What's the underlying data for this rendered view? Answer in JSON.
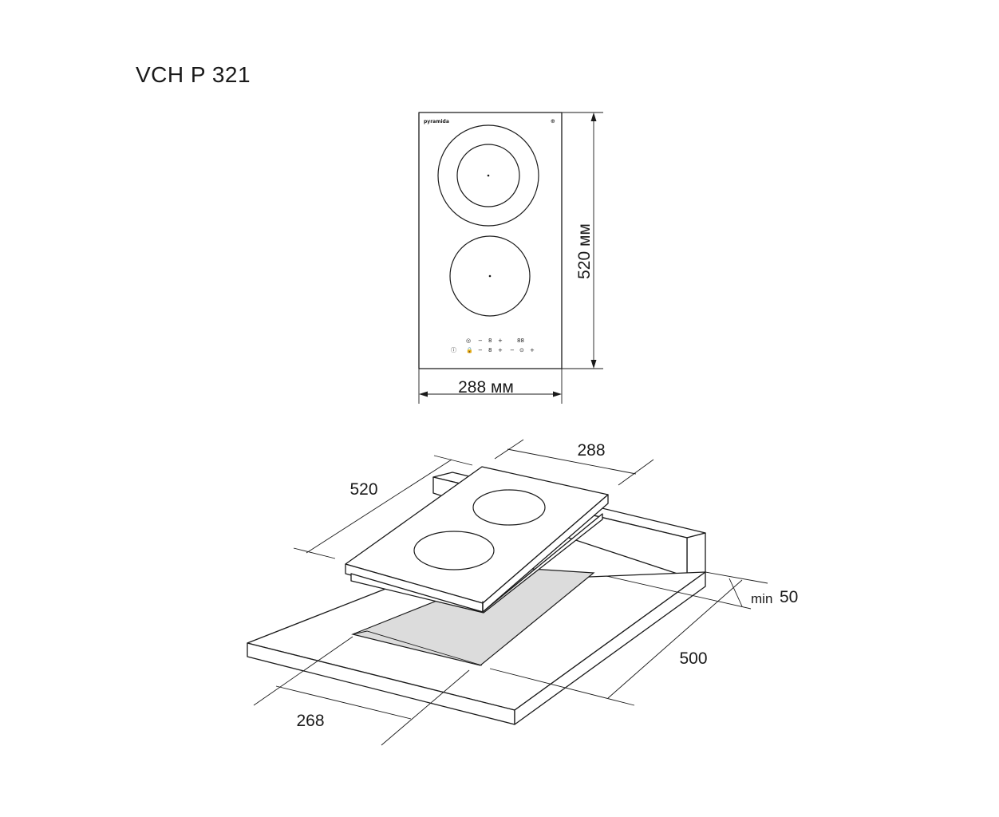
{
  "title": "VCH P 321",
  "top_view": {
    "brand_label": "pyramida",
    "corner_mark": "⊕",
    "controls_row1": [
      "◎",
      "−",
      "8",
      "+",
      "88"
    ],
    "controls_row2": [
      "ⓘ",
      "🔒",
      "−",
      "8",
      "+",
      "−",
      "⊙",
      "+"
    ],
    "height_label": "520 мм",
    "width_label": "288 мм"
  },
  "iso_view": {
    "width_label": "288",
    "depth_label": "520",
    "min_gap_prefix": "min",
    "min_gap_value": "50",
    "counter_depth_label": "500",
    "cutout_width_label": "268"
  },
  "colors": {
    "line": "#1a1a1a",
    "cutout_fill": "#dcdcdc",
    "background": "#ffffff"
  }
}
